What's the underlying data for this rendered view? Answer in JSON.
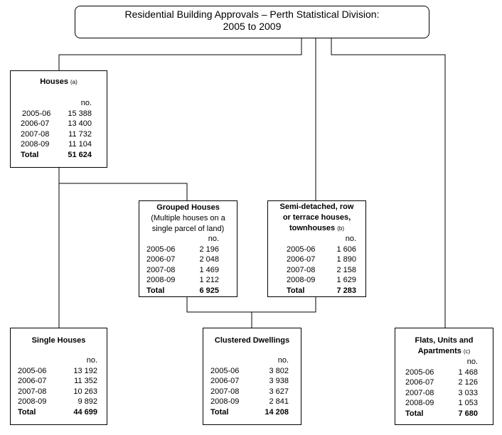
{
  "title": {
    "line1": "Residential Building Approvals – Perth Statistical Division:",
    "line2": "2005 to 2009"
  },
  "unit_label": "no.",
  "boxes": {
    "houses": {
      "title": "Houses",
      "note": "(a)",
      "rows": [
        {
          "year": "2005-06",
          "value": "15 388"
        },
        {
          "year": "2006-07",
          "value": "13 400"
        },
        {
          "year": "2007-08",
          "value": "11 732"
        },
        {
          "year": "2008-09",
          "value": "11 104"
        }
      ],
      "total_label": "Total",
      "total_value": "51 624"
    },
    "grouped": {
      "title": "Grouped Houses",
      "subtitle_line1": "(Multiple houses on a",
      "subtitle_line2": "single parcel of land)",
      "rows": [
        {
          "year": "2005-06",
          "value": "2 196"
        },
        {
          "year": "2006-07",
          "value": "2 048"
        },
        {
          "year": "2007-08",
          "value": "1 469"
        },
        {
          "year": "2008-09",
          "value": "1 212"
        }
      ],
      "total_label": "Total",
      "total_value": "6 925"
    },
    "semi": {
      "title_line1": "Semi-detached, row",
      "title_line2": "or terrace houses,",
      "title_line3": "townhouses",
      "note": "(b)",
      "rows": [
        {
          "year": "2005-06",
          "value": "1 606"
        },
        {
          "year": "2006-07",
          "value": "1 890"
        },
        {
          "year": "2007-08",
          "value": "2 158"
        },
        {
          "year": "2008-09",
          "value": "1 629"
        }
      ],
      "total_label": "Total",
      "total_value": "7 283"
    },
    "single": {
      "title": "Single Houses",
      "rows": [
        {
          "year": "2005-06",
          "value": "13 192"
        },
        {
          "year": "2006-07",
          "value": "11 352"
        },
        {
          "year": "2007-08",
          "value": "10 263"
        },
        {
          "year": "2008-09",
          "value": "9 892"
        }
      ],
      "total_label": "Total",
      "total_value": "44 699"
    },
    "clustered": {
      "title": "Clustered Dwellings",
      "rows": [
        {
          "year": "2005-06",
          "value": "3 802"
        },
        {
          "year": "2006-07",
          "value": "3 938"
        },
        {
          "year": "2007-08",
          "value": "3 627"
        },
        {
          "year": "2008-09",
          "value": "2 841"
        }
      ],
      "total_label": "Total",
      "total_value": "14 208"
    },
    "flats": {
      "title_line1": "Flats, Units and",
      "title_line2": "Apartments",
      "note": "(c)",
      "rows": [
        {
          "year": "2005-06",
          "value": "1 468"
        },
        {
          "year": "2006-07",
          "value": "2 126"
        },
        {
          "year": "2007-08",
          "value": "3 033"
        },
        {
          "year": "2008-09",
          "value": "1 053"
        }
      ],
      "total_label": "Total",
      "total_value": "7 680"
    }
  }
}
